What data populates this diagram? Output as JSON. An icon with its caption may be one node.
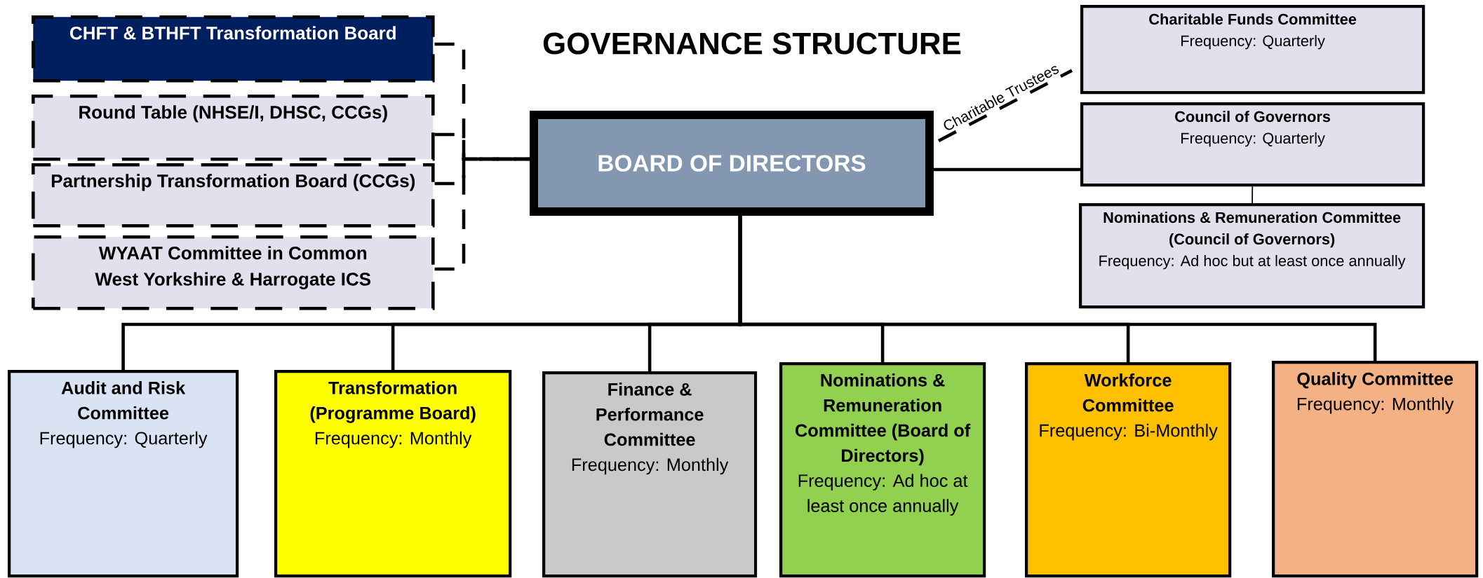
{
  "diagram": {
    "title": "GOVERNANCE STRUCTURE",
    "nodes": [
      {
        "text": [
          "CHFT & BTHFT Transformation Board"
        ]
      },
      {
        "text": [
          "Round Table (NHSE/I, DHSC, CCGs)"
        ]
      },
      {
        "text": [
          "Partnership Transformation Board (CCGs)"
        ]
      },
      {
        "text": [
          "WYAAT Committee in Common",
          "West Yorkshire & Harrogate ICS"
        ]
      },
      {
        "text": [
          "BOARD OF DIRECTORS"
        ]
      },
      {
        "text": [
          "Charitable Funds Committee",
          "Frequency: Quarterly"
        ]
      },
      {
        "text": [
          "Council of Governors",
          "Frequency: Quarterly"
        ]
      },
      {
        "text": [
          "Nominations & Remuneration Committee (Council of Governors)",
          "Frequency: Ad hoc but at least once annually"
        ]
      },
      {
        "text": [
          "Audit and Risk Committee",
          "Frequency: Quarterly"
        ]
      },
      {
        "text": [
          "Transformation (Programme Board)",
          "Frequency: Monthly"
        ]
      },
      {
        "text": [
          "Finance & Performance Committee",
          "Frequency: Monthly"
        ]
      },
      {
        "text": [
          "Nominations & Remuneration Committee (Board of Directors)",
          "Frequency: Ad hoc at least once annually"
        ]
      },
      {
        "text": [
          "Workforce Committee",
          "Frequency: Bi-Monthly"
        ]
      },
      {
        "text": [
          "Quality Committee",
          "Frequency: Monthly"
        ]
      }
    ],
    "edges": [
      {
        "from": 0,
        "to": 4,
        "arrow": "none",
        "style": "dashed"
      },
      {
        "from": 1,
        "to": 4,
        "arrow": "none",
        "style": "dashed"
      },
      {
        "from": 2,
        "to": 4,
        "arrow": "none",
        "style": "dashed"
      },
      {
        "from": 3,
        "to": 4,
        "arrow": "none",
        "style": "dashed"
      },
      {
        "from": 4,
        "to": 5,
        "arrow": "none",
        "style": "dashed",
        "label": "Charitable Trustees"
      },
      {
        "from": 4,
        "to": 6,
        "arrow": "none"
      },
      {
        "from": 6,
        "to": 7,
        "arrow": "none"
      },
      {
        "from": 4,
        "to": 8,
        "arrow": "none"
      },
      {
        "from": 4,
        "to": 9,
        "arrow": "none"
      },
      {
        "from": 4,
        "to": 10,
        "arrow": "none"
      },
      {
        "from": 4,
        "to": 11,
        "arrow": "none"
      },
      {
        "from": 4,
        "to": 12,
        "arrow": "none"
      },
      {
        "from": 4,
        "to": 13,
        "arrow": "none"
      }
    ]
  }
}
